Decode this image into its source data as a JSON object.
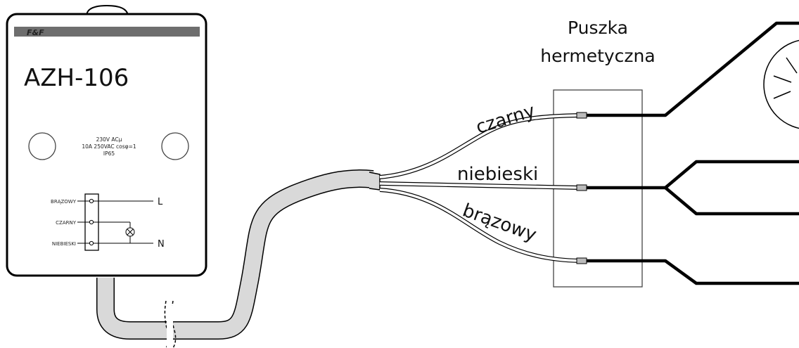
{
  "device": {
    "brand": "F&F",
    "model": "AZH-106",
    "spec_lines": [
      "230V ACµ",
      "10A 250VAC cosφ=1",
      "IP65"
    ],
    "terminals": [
      {
        "label": "BRĄZOWY",
        "end": "L"
      },
      {
        "label": "CZARNY",
        "end": ""
      },
      {
        "label": "NIEBIESKI",
        "end": "N"
      }
    ]
  },
  "junction_box": {
    "title_line1": "Puszka",
    "title_line2": "hermetyczna"
  },
  "wires": {
    "black": "czarny",
    "blue": "niebieski",
    "brown": "brązowy"
  },
  "colors": {
    "line": "#000000",
    "cable_fill": "#d9d9d9",
    "header_bar": "#6e6e6e"
  }
}
